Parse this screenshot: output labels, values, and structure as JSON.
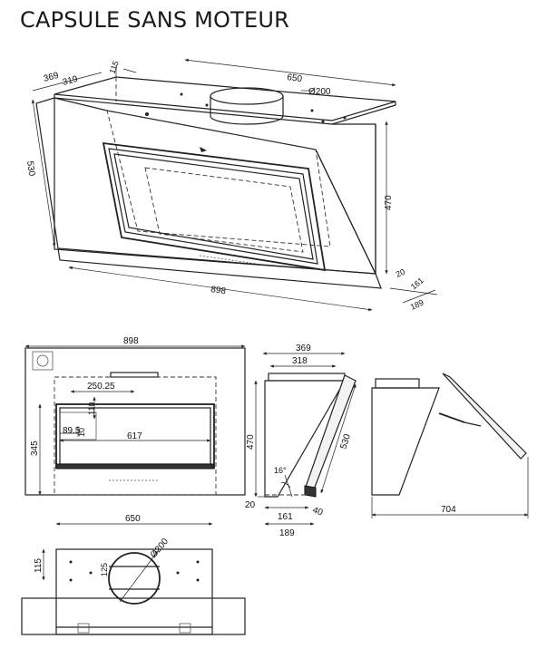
{
  "title": "CAPSULE SANS MOTEUR",
  "iso_view": {
    "width": "650",
    "depth_top": "369",
    "depth_inner": "319",
    "offset": "115",
    "duct_diameter": "Ø200",
    "height": "530",
    "wall_height": "470",
    "bottom_gap": "20",
    "d161": "161",
    "d189": "189",
    "base_width": "898"
  },
  "front_view": {
    "overall_width": "898",
    "hole_x": "250.25",
    "hole_y": "110",
    "height": "345",
    "small_offset": "89.5",
    "small_dim": "10",
    "panel_width": "617"
  },
  "side_view": {
    "depth": "369",
    "inner_depth": "318",
    "height": "470",
    "slant_length": "530",
    "angle": "16°",
    "bottom": "20",
    "d161": "161",
    "d189": "189",
    "d40": "40"
  },
  "open_view": {
    "width": "704"
  },
  "top_view": {
    "width": "650",
    "depth": "115",
    "duct_diameter": "Ø200",
    "small_dim": "125"
  },
  "colors": {
    "line": "#222222",
    "panel": "#f3f3f3",
    "background": "#ffffff"
  }
}
